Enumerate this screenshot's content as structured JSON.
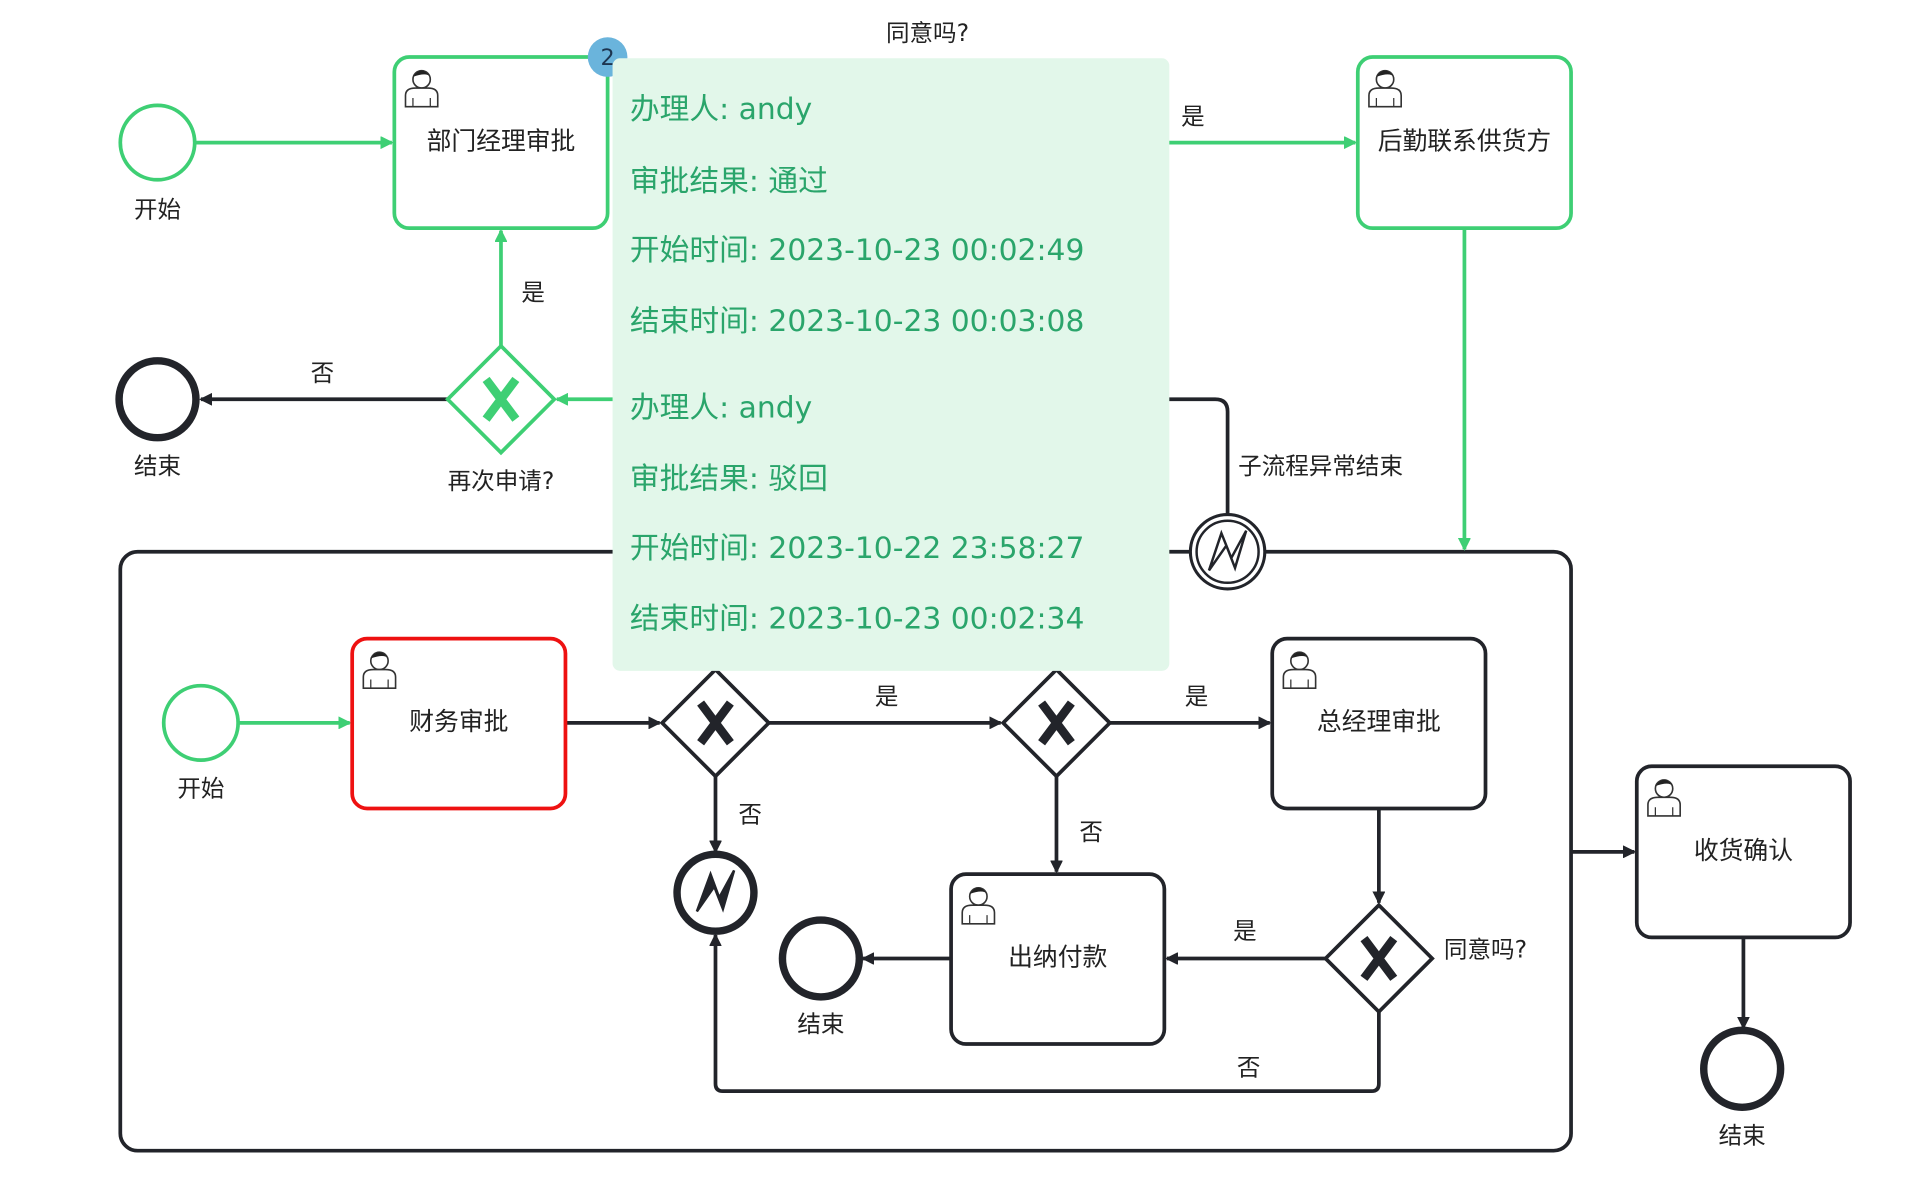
{
  "colors": {
    "completed": "#3ecf74",
    "pending": "#22242a",
    "current": "#ee1111",
    "tooltip_bg": "#e2f7ea",
    "tooltip_text": "#2aa56b",
    "badge": "#6ab4dc"
  },
  "main_process": {
    "start_label": "开始",
    "task_dept_manager": "部门经理审批",
    "badge_count": "2",
    "hidden_label": "同意吗?",
    "yes_label_top": "是",
    "task_logistics": "后勤联系供货方",
    "gateway_reapply": "再次申请?",
    "reapply_yes": "是",
    "reapply_no": "否",
    "end_label": "结束",
    "boundary_label": "子流程异常结束",
    "task_receipt": "收货确认",
    "end_label_right": "结束"
  },
  "subprocess": {
    "start_label": "开始",
    "task_finance": "财务审批",
    "gw1_yes": "是",
    "gw1_no": "否",
    "gw2_yes": "是",
    "gw2_no": "否",
    "task_gm": "总经理审批",
    "gateway_agree": "同意吗?",
    "agree_yes": "是",
    "agree_no": "否",
    "task_cashier": "出纳付款",
    "end_label": "结束"
  },
  "tooltip": {
    "records": [
      {
        "assignee": "办理人: andy",
        "result": "审批结果: 通过",
        "start": "开始时间: 2023-10-23 00:02:49",
        "end": "结束时间: 2023-10-23 00:03:08"
      },
      {
        "assignee": "办理人: andy",
        "result": "审批结果: 驳回",
        "start": "开始时间: 2023-10-22 23:58:27",
        "end": "结束时间: 2023-10-23 00:02:34"
      }
    ]
  }
}
